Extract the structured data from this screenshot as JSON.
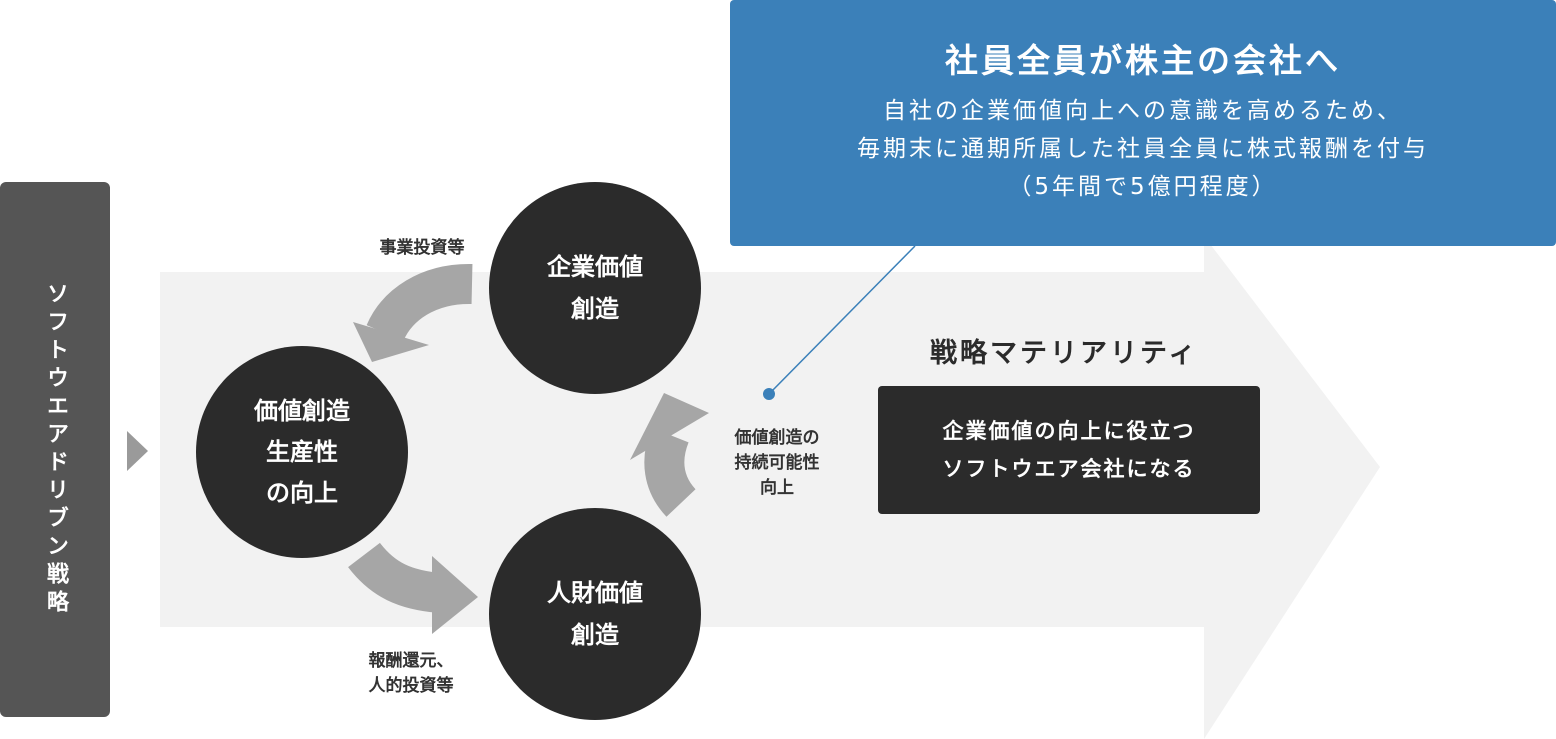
{
  "side_label": "ソフトウエアドリブン戦略",
  "callout": {
    "title": "社員全員が株主の会社へ",
    "body": "自社の企業価値向上への意識を高めるため、\n毎期末に通期所属した社員全員に株式報酬を付与\n（5年間で5億円程度）"
  },
  "cycle": {
    "top_node": "企業価値\n創造",
    "left_node": "価値創造\n生産性\nの向上",
    "bottom_node": "人財価値\n創造",
    "arrow_top_left_label": "事業投資等",
    "arrow_bottom_left_label": "報酬還元、\n人的投資等",
    "arrow_right_label": "価値創造の\n持続可能性\n向上"
  },
  "materiality": {
    "title": "戦略マテリアリティ",
    "statement": "企業価値の向上に役立つ\nソフトウエア会社になる"
  },
  "colors": {
    "callout_blue": "#3b80b9",
    "node_dark": "#2b2b2b",
    "side_bar_gray": "#555555",
    "background_arrow": "#f2f2f2",
    "cycle_arrow": "#a6a6a6"
  }
}
